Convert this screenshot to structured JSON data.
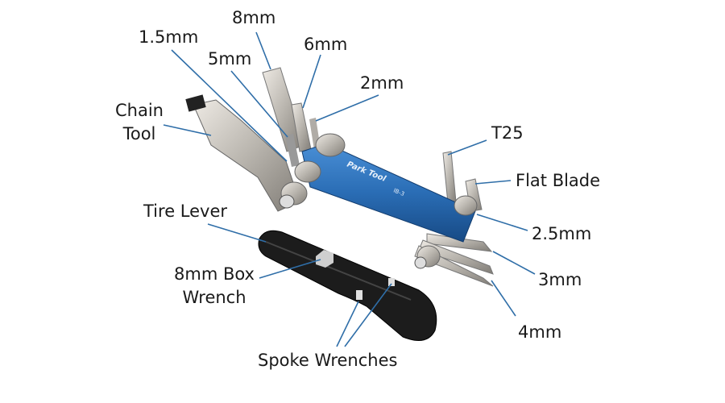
{
  "product": {
    "brand_logo": "Park Tool",
    "model": "IB-3"
  },
  "labels": {
    "mm_1_5": "1.5mm",
    "mm_8": "8mm",
    "mm_6": "6mm",
    "mm_5": "5mm",
    "mm_2": "2mm",
    "chain_tool_1": "Chain",
    "chain_tool_2": "Tool",
    "t25": "T25",
    "flat_blade": "Flat Blade",
    "mm_2_5": "2.5mm",
    "mm_3": "3mm",
    "mm_4": "4mm",
    "tire_lever": "Tire Lever",
    "box_wrench_1": "8mm Box",
    "box_wrench_2": "Wrench",
    "spoke_wrenches": "Spoke Wrenches"
  },
  "colors": {
    "leader": "#2f6ea8",
    "body": "#2a6db5",
    "steel": "#c9c6c0",
    "lever": "#1c1c1c"
  }
}
